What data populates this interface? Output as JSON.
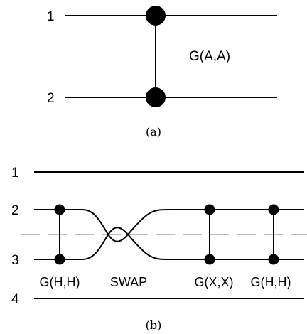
{
  "panel_a": {
    "caption": "(a)",
    "wire_labels": [
      "1",
      "2"
    ],
    "gate_label": "G(A,A)"
  },
  "panel_b": {
    "caption": "(b)",
    "wire_labels": [
      "1",
      "2",
      "3",
      "4"
    ],
    "gate_labels": [
      "G(H,H)",
      "SWAP",
      "G(X,X)",
      "G(H,H)"
    ]
  }
}
